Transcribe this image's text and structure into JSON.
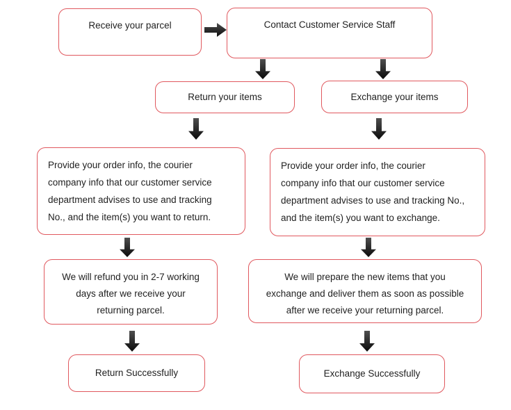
{
  "colors": {
    "box_border": "#e0585e",
    "box_background": "#ffffff",
    "text": "#1f1f1f",
    "arrow_light": "#4f4f4f",
    "arrow_dark": "#0a0a0a",
    "page_background": "#ffffff"
  },
  "flowchart": {
    "nodes": {
      "receive_parcel": {
        "label": "Receive your parcel"
      },
      "contact_service": {
        "label": "Contact Customer Service Staff"
      },
      "return_items": {
        "label": "Return your items"
      },
      "exchange_items": {
        "label": "Exchange your items"
      },
      "return_info": {
        "lines": [
          "Provide your order info, the courier",
          "company info that our customer service",
          "department advises to use and tracking",
          "No., and the item(s) you want to return."
        ]
      },
      "exchange_info": {
        "lines": [
          "Provide your order info, the courier",
          "company info that our customer service",
          "department advises to use and tracking No.,",
          "and the item(s) you want to exchange."
        ]
      },
      "refund": {
        "lines": [
          "We will refund you in 2-7 working",
          "days after we receive your",
          "returning parcel."
        ]
      },
      "prepare_items": {
        "lines": [
          "We will prepare the new items that you",
          "exchange  and deliver them as soon as possible",
          "after we receive your returning parcel."
        ]
      },
      "return_success": {
        "label": "Return Successfully"
      },
      "exchange_success": {
        "label": "Exchange Successfully"
      }
    },
    "connections": [
      {
        "from": "receive_parcel",
        "to": "contact_service"
      },
      {
        "from": "contact_service",
        "to": "return_items"
      },
      {
        "from": "contact_service",
        "to": "exchange_items"
      },
      {
        "from": "return_items",
        "to": "return_info"
      },
      {
        "from": "exchange_items",
        "to": "exchange_info"
      },
      {
        "from": "return_info",
        "to": "refund"
      },
      {
        "from": "exchange_info",
        "to": "prepare_items"
      },
      {
        "from": "refund",
        "to": "return_success"
      },
      {
        "from": "prepare_items",
        "to": "exchange_success"
      }
    ]
  }
}
